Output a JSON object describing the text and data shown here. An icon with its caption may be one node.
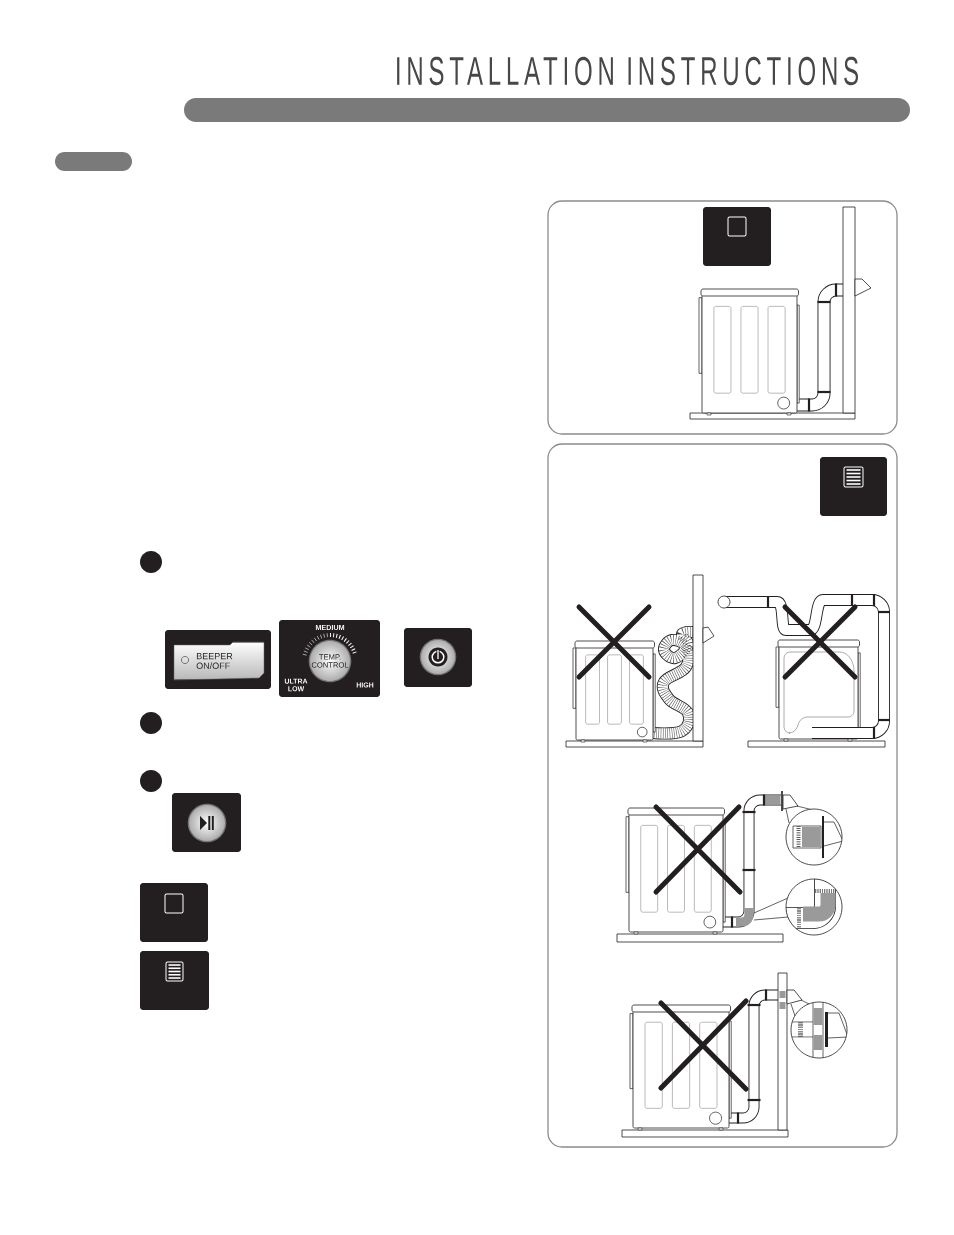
{
  "diagram": {
    "title": "INSTALLATION INSTRUCTIONS",
    "nodes": [
      {
        "text": [],
        "shape": "box"
      }
    ],
    "labels": [
      "BEEPER ON/OFF",
      "MEDIUM",
      "TEMP. CONTROL",
      "ULTRA LOW",
      "HIGH"
    ]
  }
}
